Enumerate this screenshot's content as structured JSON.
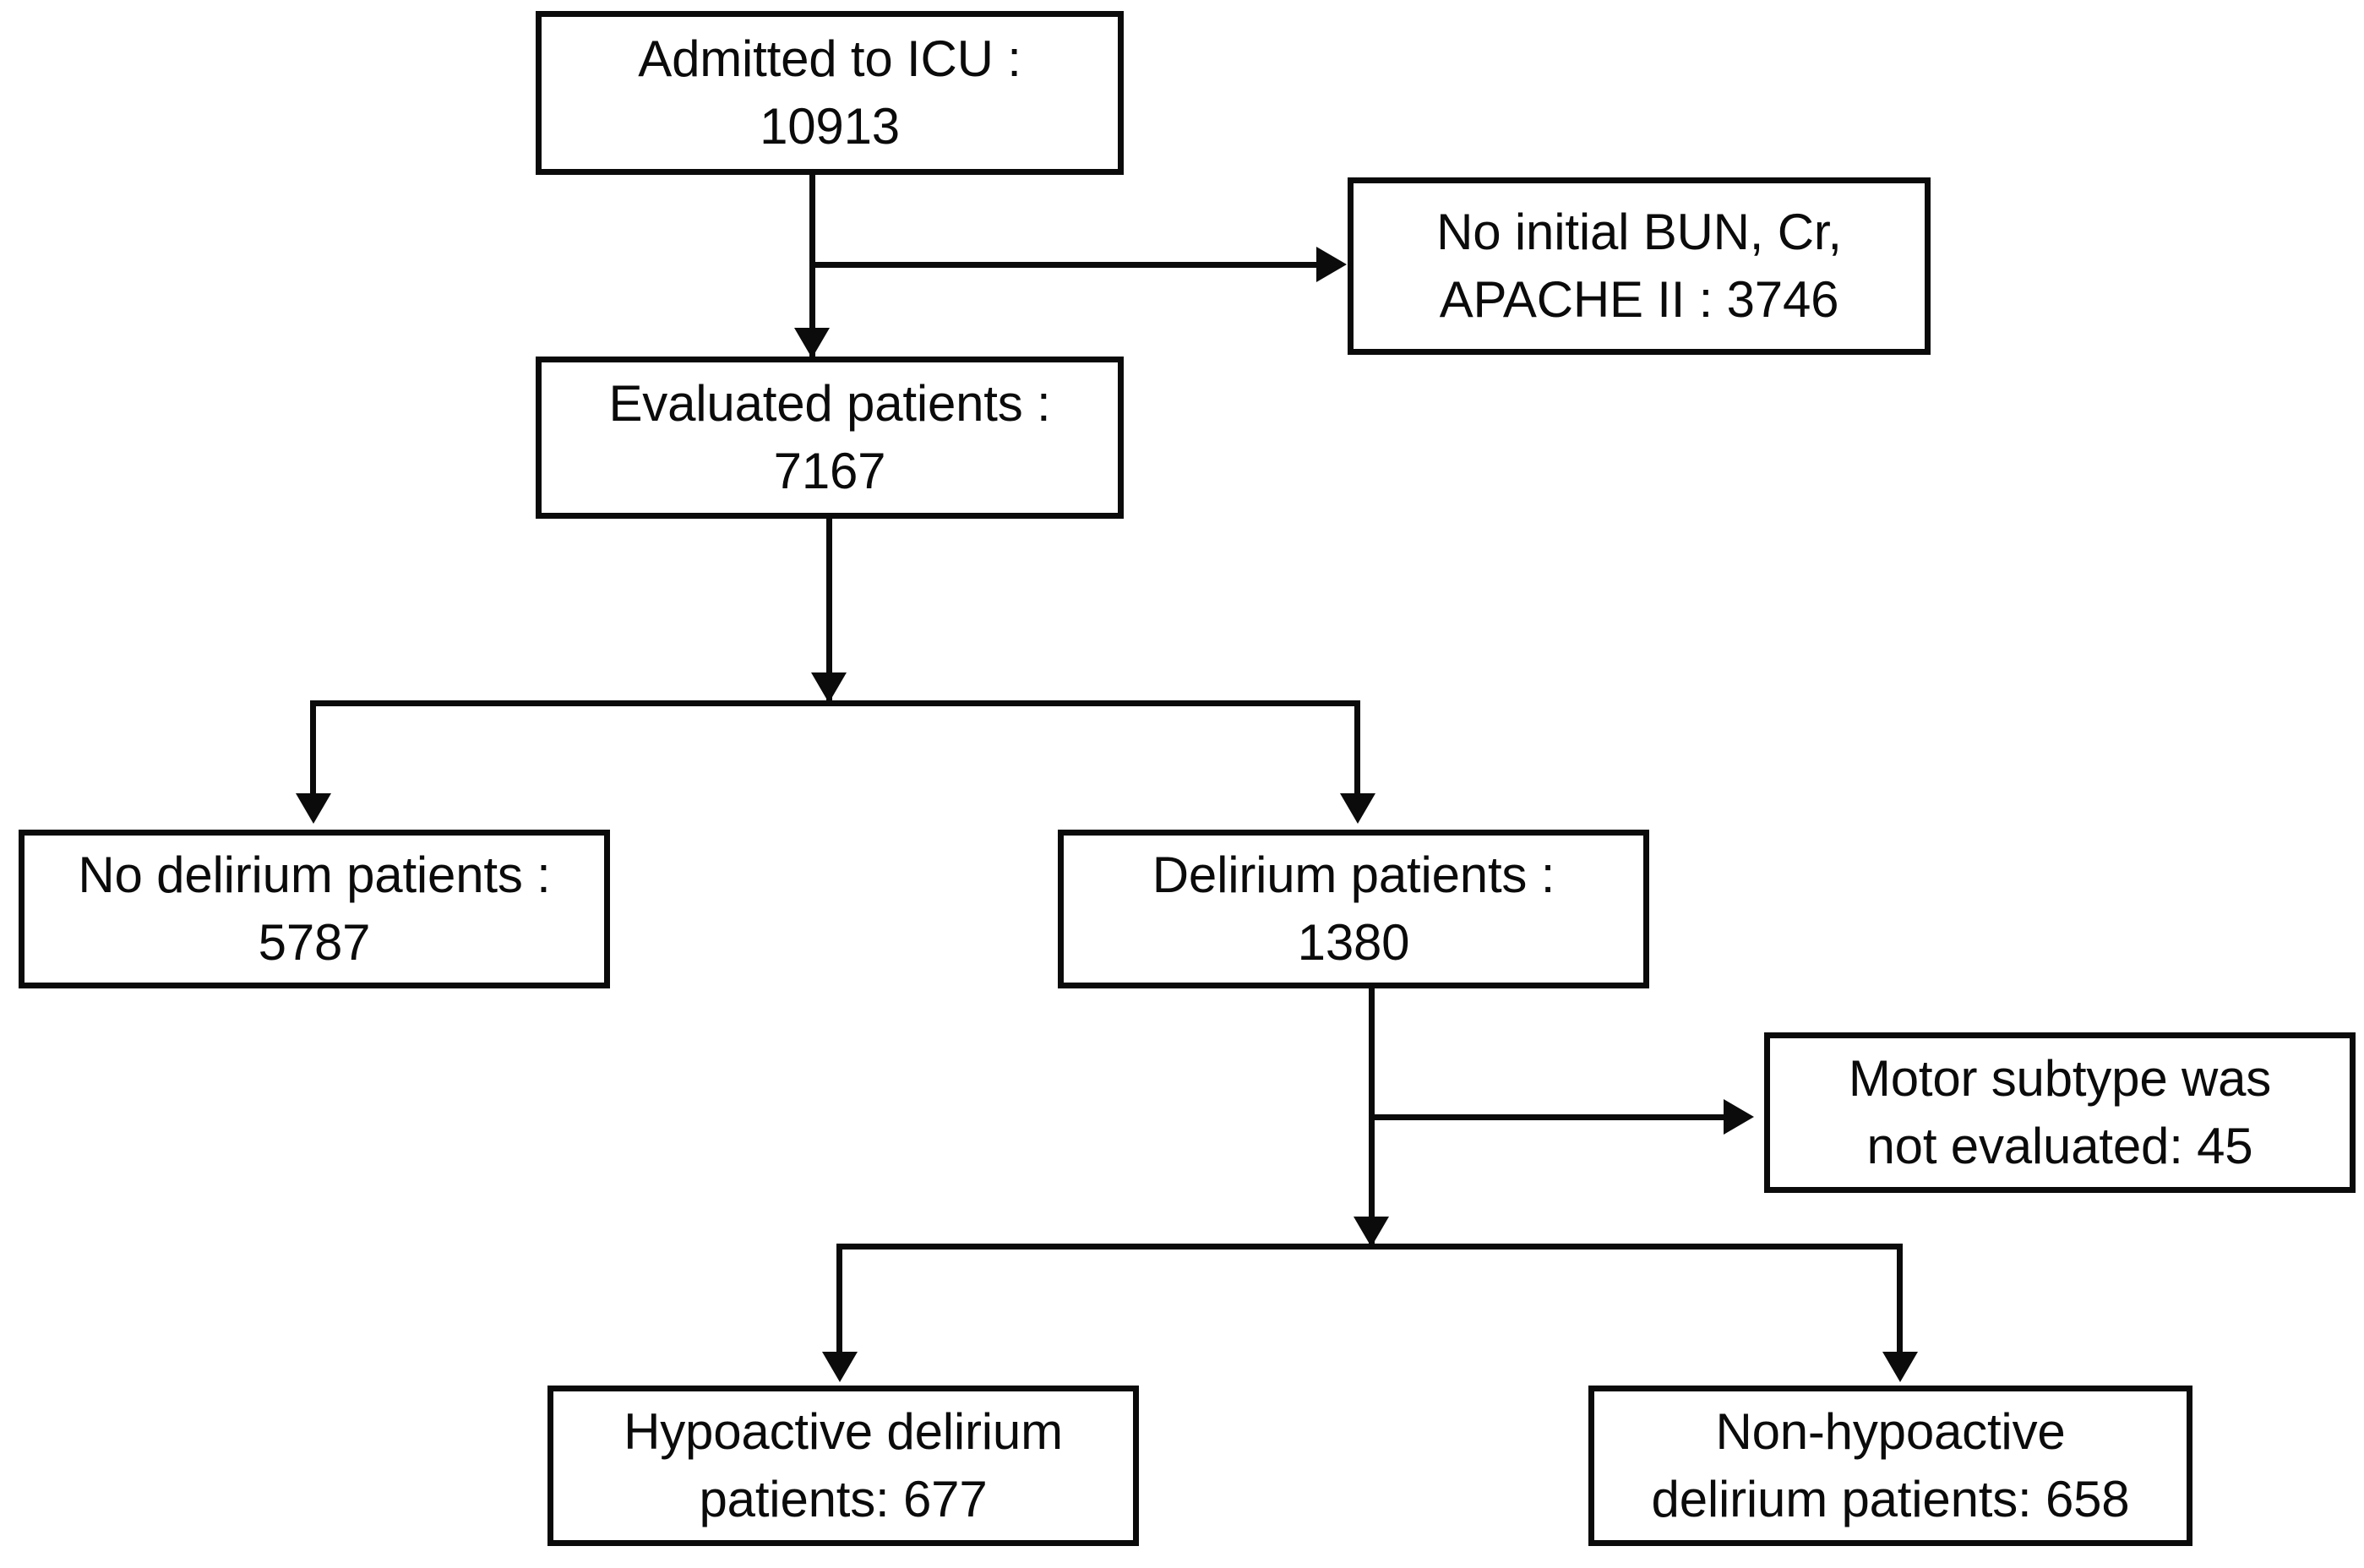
{
  "diagram": {
    "type": "flowchart",
    "title": "ICU delirium patient selection flow diagram",
    "orientation": "top-down",
    "stroke_color": "#0b0b0b",
    "background_color": "#ffffff",
    "nodes": [
      {
        "id": "admitted-to-icu",
        "line1": "Admitted to ICU :",
        "line2": "10913",
        "count": 10913,
        "label": "Admitted to ICU",
        "level": 0
      },
      {
        "id": "no-initial-labs",
        "line1": "No initial BUN, Cr,",
        "line2": "APACHE II : 3746",
        "count": 3746,
        "label": "No initial BUN, Cr, APACHE II",
        "level": 0,
        "role": "exclusion"
      },
      {
        "id": "evaluated-patients",
        "line1": "Evaluated patients :",
        "line2": "7167",
        "count": 7167,
        "label": "Evaluated patients",
        "level": 1
      },
      {
        "id": "no-delirium-patients",
        "line1": "No delirium patients :",
        "line2": "5787",
        "count": 5787,
        "label": "No delirium patients",
        "level": 2
      },
      {
        "id": "delirium-patients",
        "line1": "Delirium patients :",
        "line2": "1380",
        "count": 1380,
        "label": "Delirium patients",
        "level": 2
      },
      {
        "id": "motor-subtype-not-evaluated",
        "line1": "Motor subtype was",
        "line2": "not evaluated: 45",
        "count": 45,
        "label": "Motor subtype was not evaluated",
        "level": 2,
        "role": "exclusion"
      },
      {
        "id": "hypoactive-delirium-patients",
        "line1": "Hypoactive delirium",
        "line2": "patients: 677",
        "count": 677,
        "label": "Hypoactive delirium patients",
        "level": 3
      },
      {
        "id": "non-hypoactive-delirium-patients",
        "line1": "Non-hypoactive",
        "line2": "delirium patients: 658",
        "count": 658,
        "label": "Non-hypoactive delirium patients",
        "level": 3
      }
    ],
    "edges": [
      {
        "from": "admitted-to-icu",
        "to": "no-initial-labs",
        "style": "arrow",
        "direction": "right"
      },
      {
        "from": "admitted-to-icu",
        "to": "evaluated-patients",
        "style": "arrow",
        "direction": "down"
      },
      {
        "from": "evaluated-patients",
        "to": "no-delirium-patients",
        "style": "arrow",
        "direction": "down-split-left"
      },
      {
        "from": "evaluated-patients",
        "to": "delirium-patients",
        "style": "arrow",
        "direction": "down-split-right"
      },
      {
        "from": "delirium-patients",
        "to": "motor-subtype-not-evaluated",
        "style": "arrow",
        "direction": "right"
      },
      {
        "from": "delirium-patients",
        "to": "hypoactive-delirium-patients",
        "style": "arrow",
        "direction": "down-split-left"
      },
      {
        "from": "delirium-patients",
        "to": "non-hypoactive-delirium-patients",
        "style": "arrow",
        "direction": "down-split-right"
      }
    ]
  }
}
